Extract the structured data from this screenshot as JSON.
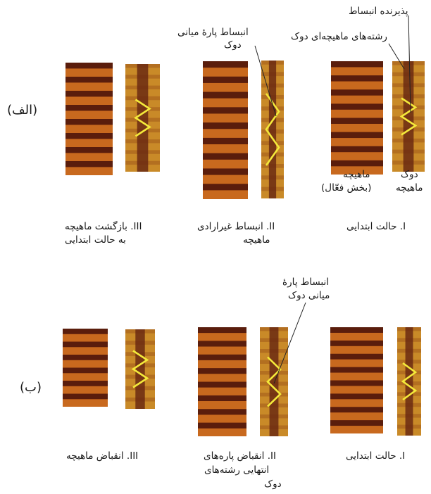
{
  "rows": {
    "alef": "(الف)",
    "be": "(ب)"
  },
  "row_alef": {
    "annotations": {
      "receptor": "پذیرنده انبساط",
      "fibers": "رشته‌های ماهیچه‌ای دوک",
      "stretch_mid_1": "انبساط پارهٔ میانی",
      "stretch_mid_2": "دوک",
      "spindle_1": "دوک",
      "spindle_2": "ماهیچه",
      "muscle_1": "ماهیچه",
      "muscle_2": "(بخش فعّال)"
    },
    "captions": {
      "c1_num": "I",
      "c1_text": ". حالت ابتدایی",
      "c2_num": "II",
      "c2_text_1": ". انبساط غیرارادی",
      "c2_text_2": "ماهیچه",
      "c3_num": "III",
      "c3_text_1": ". بازگشت ماهیچه",
      "c3_text_2": "به حالت ابتدایی"
    }
  },
  "row_be": {
    "annotations": {
      "stretch_mid_1": "انبساط پارهٔ",
      "stretch_mid_2": "میانی دوک"
    },
    "captions": {
      "c1_num": "I",
      "c1_text": ". حالت ابتدایی",
      "c2_num": "II",
      "c2_text_1": ". انقباض پاره‌های",
      "c2_text_2": "انتهایی رشته‌های",
      "c2_text_3": "دوک",
      "c3_num": "III",
      "c3_text": ". انقباض ماهیچه"
    }
  },
  "colors": {
    "muscle_light": "#c8691e",
    "muscle_dark": "#5a1d0c",
    "spindle_body": "#c98a28",
    "spindle_core": "#6b2a12",
    "coil": "#f4ea3a",
    "line": "#222222"
  }
}
